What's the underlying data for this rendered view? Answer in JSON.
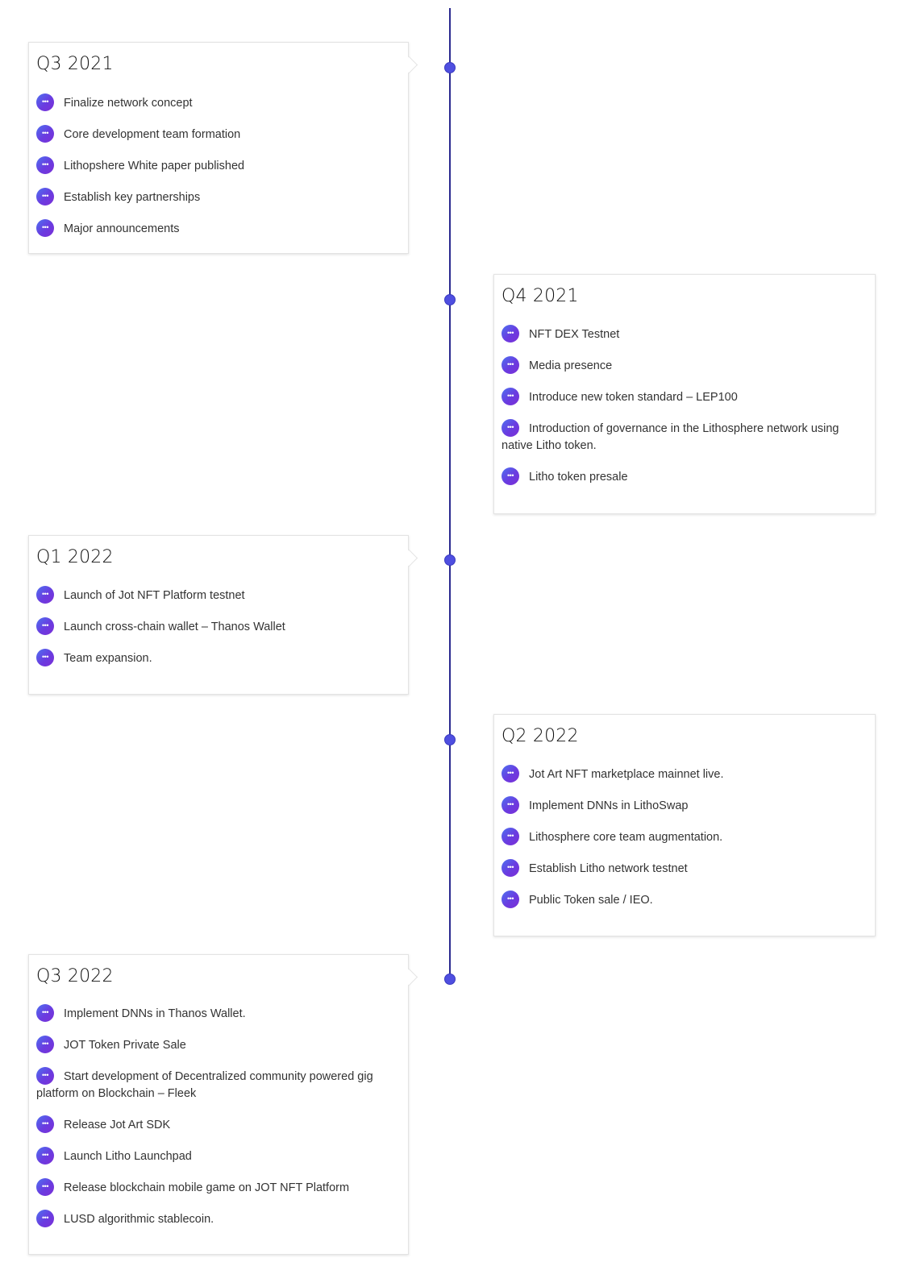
{
  "roadmap": [
    {
      "quarter": "Q3 2021",
      "items": [
        "Finalize network concept",
        "Core development team formation",
        "Lithopshere White paper published",
        "Establish key partnerships",
        "Major announcements"
      ]
    },
    {
      "quarter": "Q4 2021",
      "items": [
        "NFT DEX Testnet",
        "Media presence",
        "Introduce new token standard – LEP100",
        "Introduction of governance in the Lithosphere network using native Litho token.",
        "Litho token presale"
      ]
    },
    {
      "quarter": "Q1 2022",
      "items": [
        "Launch of Jot NFT Platform testnet",
        "Launch cross-chain wallet – Thanos Wallet",
        "Team expansion."
      ]
    },
    {
      "quarter": "Q2 2022",
      "items": [
        "Jot Art NFT marketplace mainnet live.",
        "Implement DNNs in LithoSwap",
        "Lithosphere core team augmentation.",
        "Establish Litho network testnet",
        "Public Token sale / IEO."
      ]
    },
    {
      "quarter": "Q3 2022",
      "items": [
        "Implement DNNs in Thanos Wallet.",
        "JOT Token Private Sale",
        "Start development of Decentralized community powered gig platform on Blockchain – Fleek",
        "Release Jot Art SDK",
        "Launch Litho Launchpad",
        "Release blockchain mobile game on JOT NFT Platform",
        "LUSD algorithmic stablecoin."
      ]
    }
  ],
  "icon": "ellipsis-circle-icon",
  "colors": {
    "timeline": "#2b2a8f",
    "dot": "#4f4fe0",
    "icon_gradient_start": "#4d72f0",
    "icon_gradient_end": "#7b2fd6"
  }
}
